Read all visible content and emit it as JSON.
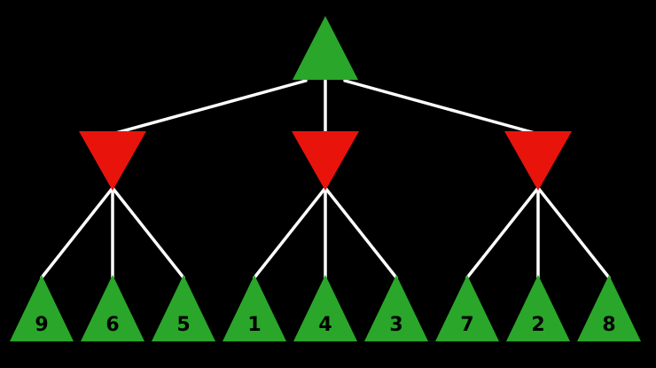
{
  "diagram": {
    "type": "game-tree",
    "background": "#000000",
    "edge_color": "#ffffff",
    "edge_width": 3.5,
    "node_colors": {
      "max": "#2aa62a",
      "min": "#e8140c"
    },
    "label_color": "#000000",
    "root": {
      "type": "max",
      "shape": "triangle-up",
      "label": ""
    },
    "branches": [
      {
        "type": "min",
        "shape": "triangle-down",
        "label": "",
        "children": [
          9,
          6,
          5
        ]
      },
      {
        "type": "min",
        "shape": "triangle-down",
        "label": "",
        "children": [
          1,
          4,
          3
        ]
      },
      {
        "type": "min",
        "shape": "triangle-down",
        "label": "",
        "children": [
          7,
          2,
          8
        ]
      }
    ],
    "leaf_values": [
      9,
      6,
      5,
      1,
      4,
      3,
      7,
      2,
      8
    ]
  }
}
